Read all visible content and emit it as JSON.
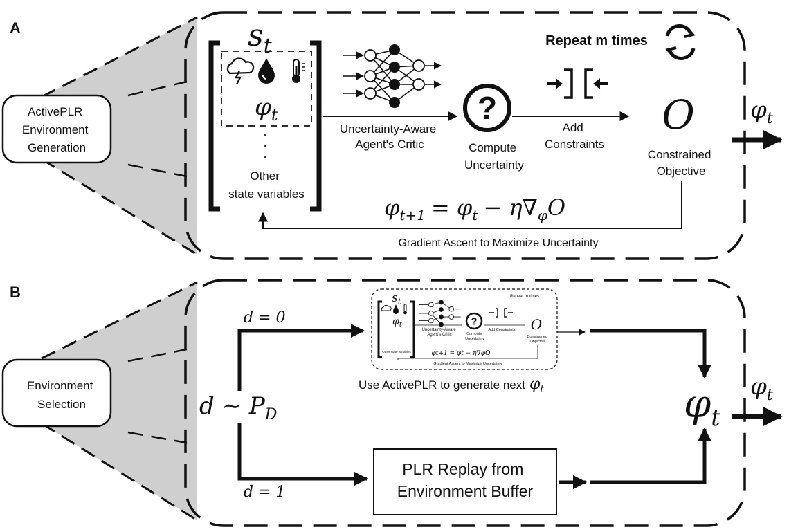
{
  "panel_a": {
    "letter": "A",
    "side_box": [
      "ActivePLR",
      "Environment",
      "Generation"
    ],
    "state_symbol": "s",
    "state_sub": "t",
    "param_symbol": "φ",
    "param_sub": "t",
    "ellipsis": ".",
    "other_vars": [
      "Other",
      "state variables"
    ],
    "critic_label": [
      "Uncertainty-Aware",
      "Agent's Critic"
    ],
    "uncertainty_glyph": "?",
    "compute_label": [
      "Compute",
      "Uncertainty"
    ],
    "repeat_label": "Repeat m times",
    "constraints_label": [
      "Add",
      "Constraints"
    ],
    "objective_symbol": "O",
    "objective_label": [
      "Constrained",
      "Objective"
    ],
    "update_rule": "φ",
    "update_rule_sub": "t+1",
    "update_rule_rest": "= φ",
    "update_rule_rest_sub": "t",
    "update_rule_tail": "− η∇",
    "update_rule_tail_sub": "φ",
    "update_rule_end": "O",
    "loop_label": "Gradient Ascent to Maximize Uncertainty",
    "output_symbol": "φ",
    "output_sub": "t"
  },
  "panel_b": {
    "letter": "B",
    "side_box": [
      "Environment",
      "Selection"
    ],
    "sample_rule": "d ∼ P",
    "sample_rule_sub": "D",
    "branch_top": "d = 0",
    "branch_bottom": "d = 1",
    "mini": {
      "state": "s",
      "state_sub": "t",
      "param": "φ",
      "param_sub": "t",
      "repeat": "Repeat m times",
      "critic": [
        "Uncertainty-Aware",
        "Agent's Critic"
      ],
      "compute": [
        "Compute",
        "Uncertainty"
      ],
      "constraints": "Add Constraints",
      "objective": "O",
      "objective_label": [
        "Constrained",
        "Objective"
      ],
      "other": "Other state variables",
      "update": "φt+1 = φt − η∇φO",
      "loop": "Gradient Ascent to Maximize Uncertainty"
    },
    "use_label": "Use ActivePLR to generate next",
    "use_symbol": "φ",
    "use_sub": "t",
    "replay_box": [
      "PLR Replay from",
      "Environment Buffer"
    ],
    "merge_symbol": "φ",
    "merge_sub": "t",
    "output_symbol": "φ",
    "output_sub": "t"
  }
}
